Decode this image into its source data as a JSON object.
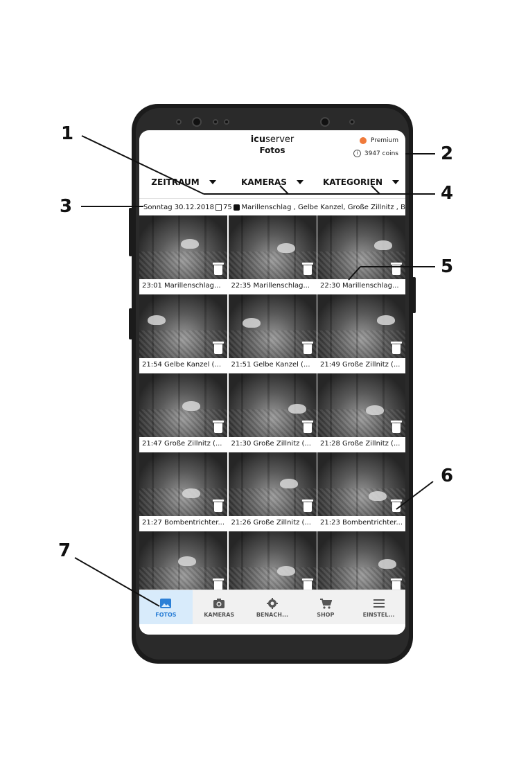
{
  "header": {
    "brand_bold": "icu",
    "brand_rest": "server",
    "title": "Fotos",
    "premium_label": "Premium",
    "coins_label": "3947 coins"
  },
  "filters": [
    {
      "label": "ZEITRAUM"
    },
    {
      "label": "KAMERAS"
    },
    {
      "label": "KATEGORIEN"
    }
  ],
  "day_row": {
    "date": "Sonntag 30.12.2018",
    "photo_count": "75",
    "cameras": "Marillenschlag , Gelbe Kanzel, Große Zillnitz , B"
  },
  "photos": [
    {
      "caption": "23:01 Marillenschlag..."
    },
    {
      "caption": "22:35 Marillenschlag..."
    },
    {
      "caption": "22:30 Marillenschlag..."
    },
    {
      "caption": "21:54 Gelbe Kanzel  (..."
    },
    {
      "caption": "21:51 Gelbe Kanzel  (..."
    },
    {
      "caption": "21:49 Große Zillnitz  (..."
    },
    {
      "caption": "21:47 Große Zillnitz  (..."
    },
    {
      "caption": "21:30 Große Zillnitz  (..."
    },
    {
      "caption": "21:28 Große Zillnitz  (..."
    },
    {
      "caption": "21:27 Bombentrichter..."
    },
    {
      "caption": "21:26 Große Zillnitz  (..."
    },
    {
      "caption": "21:23 Bombentrichter..."
    },
    {
      "caption": ""
    },
    {
      "caption": ""
    },
    {
      "caption": ""
    }
  ],
  "nav": [
    {
      "label": "FOTOS",
      "icon": "image-icon",
      "active": true
    },
    {
      "label": "KAMERAS",
      "icon": "camera-icon",
      "active": false
    },
    {
      "label": "BENACH...",
      "icon": "gear-icon",
      "active": false
    },
    {
      "label": "SHOP",
      "icon": "cart-icon",
      "active": false
    },
    {
      "label": "EINSTEL...",
      "icon": "menu-icon",
      "active": false
    }
  ],
  "callouts": [
    "1",
    "2",
    "3",
    "4",
    "5",
    "6",
    "7"
  ],
  "colors": {
    "accent": "#2b7fd6",
    "active_bg": "#d8ebfb",
    "premium": "#f07a3a"
  }
}
